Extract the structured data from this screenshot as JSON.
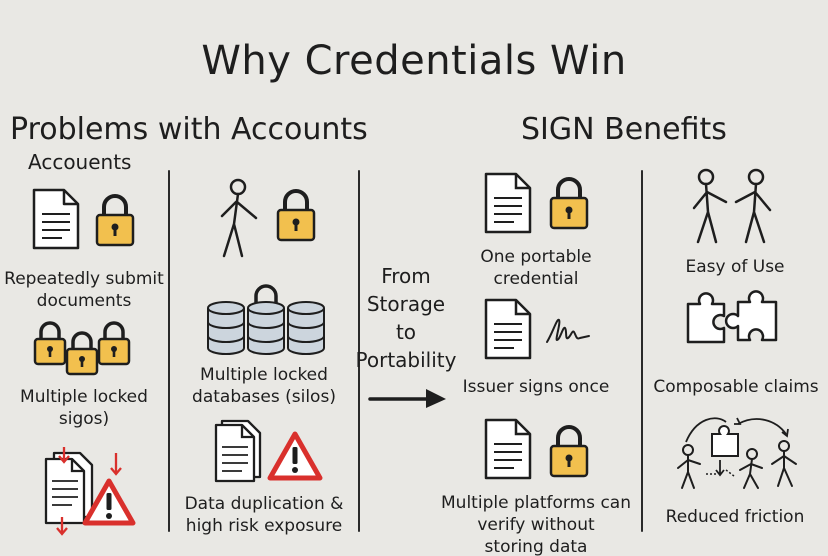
{
  "title": "Why Credentials Win",
  "left_heading": "Problems with Accounts",
  "left_subheading": "Accouents",
  "right_heading": "SIGN Benefits",
  "problems": {
    "submit_docs": [
      "Repeatedly submit",
      "documents"
    ],
    "locked_sigos": [
      "Multiple locked",
      "sigos)"
    ],
    "locked_dbs": [
      "Multiple locked",
      "databases (silos)"
    ],
    "duplication": [
      "Data duplication &",
      "high risk exposure"
    ]
  },
  "transition": [
    "From",
    "Storage",
    "to",
    "Portability"
  ],
  "benefits": {
    "portable": [
      "One portable",
      "credential"
    ],
    "signs_once": "Issuer signs once",
    "platforms": [
      "Multiple platforms can",
      "verify without",
      "storing data"
    ],
    "ease": "Easy of Use",
    "composable": "Composable claims",
    "friction": "Reduced friction"
  },
  "colors": {
    "lock_body": "#f2c04e",
    "warning": "#d9302c",
    "ink": "#1e1e1e",
    "background": "#e9e8e4"
  }
}
